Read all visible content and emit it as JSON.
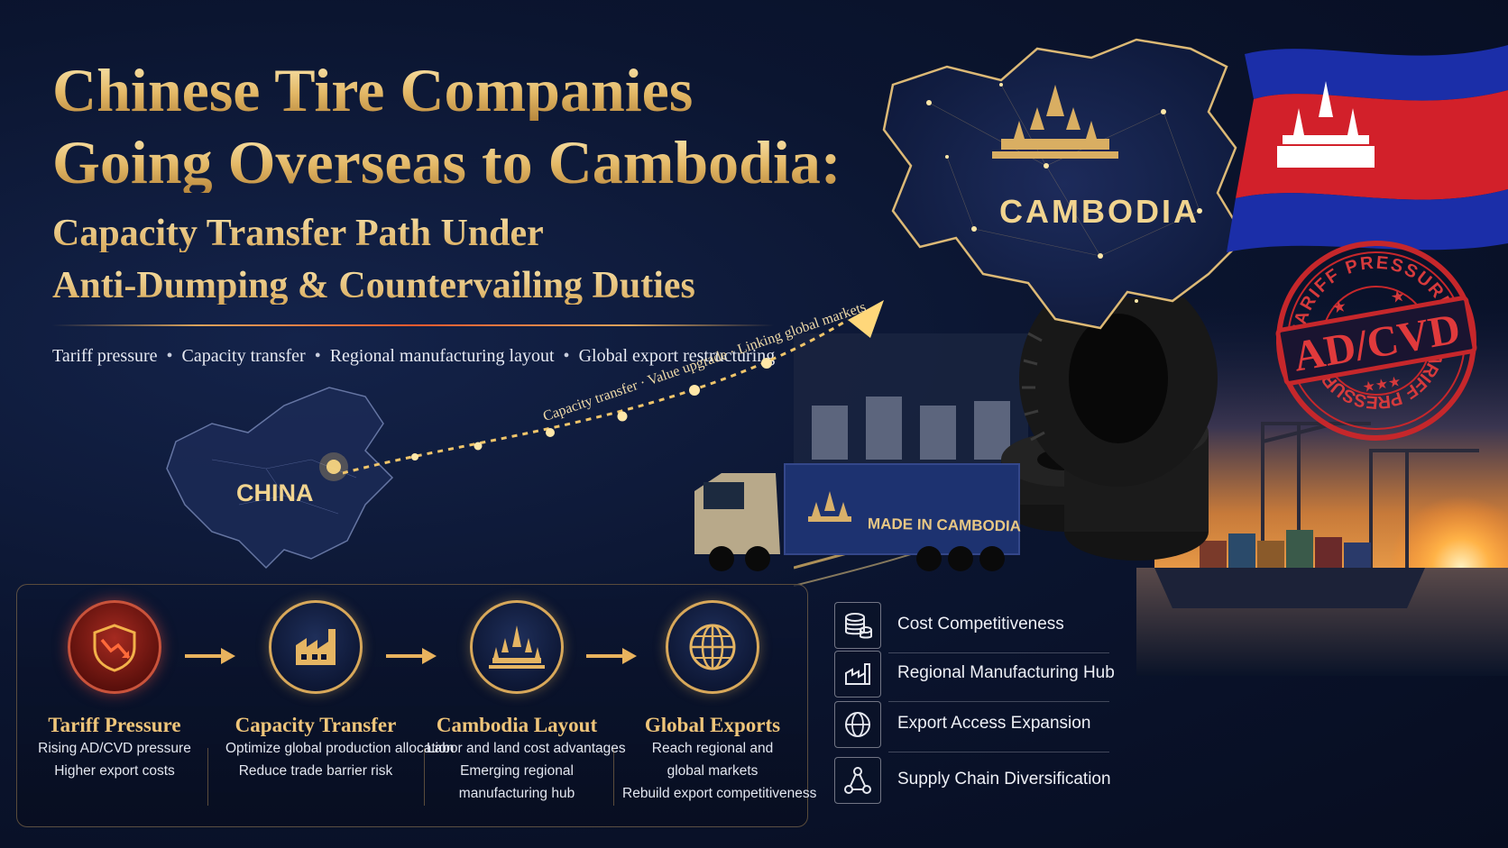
{
  "title": {
    "line1": "Chinese Tire Companies",
    "line2": "Going Overseas to Cambodia:",
    "sub1": "Capacity Transfer Path Under",
    "sub2": "Anti-Dumping & Countervailing Duties"
  },
  "tagline": [
    "Tariff pressure",
    "Capacity transfer",
    "Regional manufacturing layout",
    "Global export restructuring"
  ],
  "map": {
    "cambodia_label": "CAMBODIA",
    "china_label": "CHINA",
    "route_caption": "Capacity transfer · Value upgrade · Linking global markets"
  },
  "stamp": {
    "main": "AD/CVD",
    "ring_top": "TARIFF PRESSURE",
    "ring_bottom": "TARIFF PRESSURE"
  },
  "truck_text": "MADE IN CAMBODIA",
  "steps": [
    {
      "title": "Tariff Pressure",
      "lines": [
        "Rising AD/CVD pressure",
        "Higher export costs"
      ],
      "icon": "tariff-shield-icon"
    },
    {
      "title": "Capacity Transfer",
      "lines": [
        "Optimize global production allocation",
        "Reduce trade barrier risk"
      ],
      "icon": "factory-icon"
    },
    {
      "title": "Cambodia Layout",
      "lines": [
        "Labor and land cost advantages",
        "Emerging regional",
        "manufacturing hub"
      ],
      "icon": "temple-icon"
    },
    {
      "title": "Global Exports",
      "lines": [
        "Reach regional and",
        "global markets",
        "Rebuild export competitiveness"
      ],
      "icon": "globe-icon"
    }
  ],
  "benefits": [
    {
      "label": "Cost Competitiveness",
      "icon": "coins-icon"
    },
    {
      "label": "Regional Manufacturing Hub",
      "icon": "factory-icon"
    },
    {
      "label": "Export Access Expansion",
      "icon": "globe-icon"
    },
    {
      "label": "Supply Chain Diversification",
      "icon": "network-icon"
    }
  ],
  "colors": {
    "gold": "#e9c27a",
    "navy": "#0b1530",
    "red": "#c9533b"
  }
}
